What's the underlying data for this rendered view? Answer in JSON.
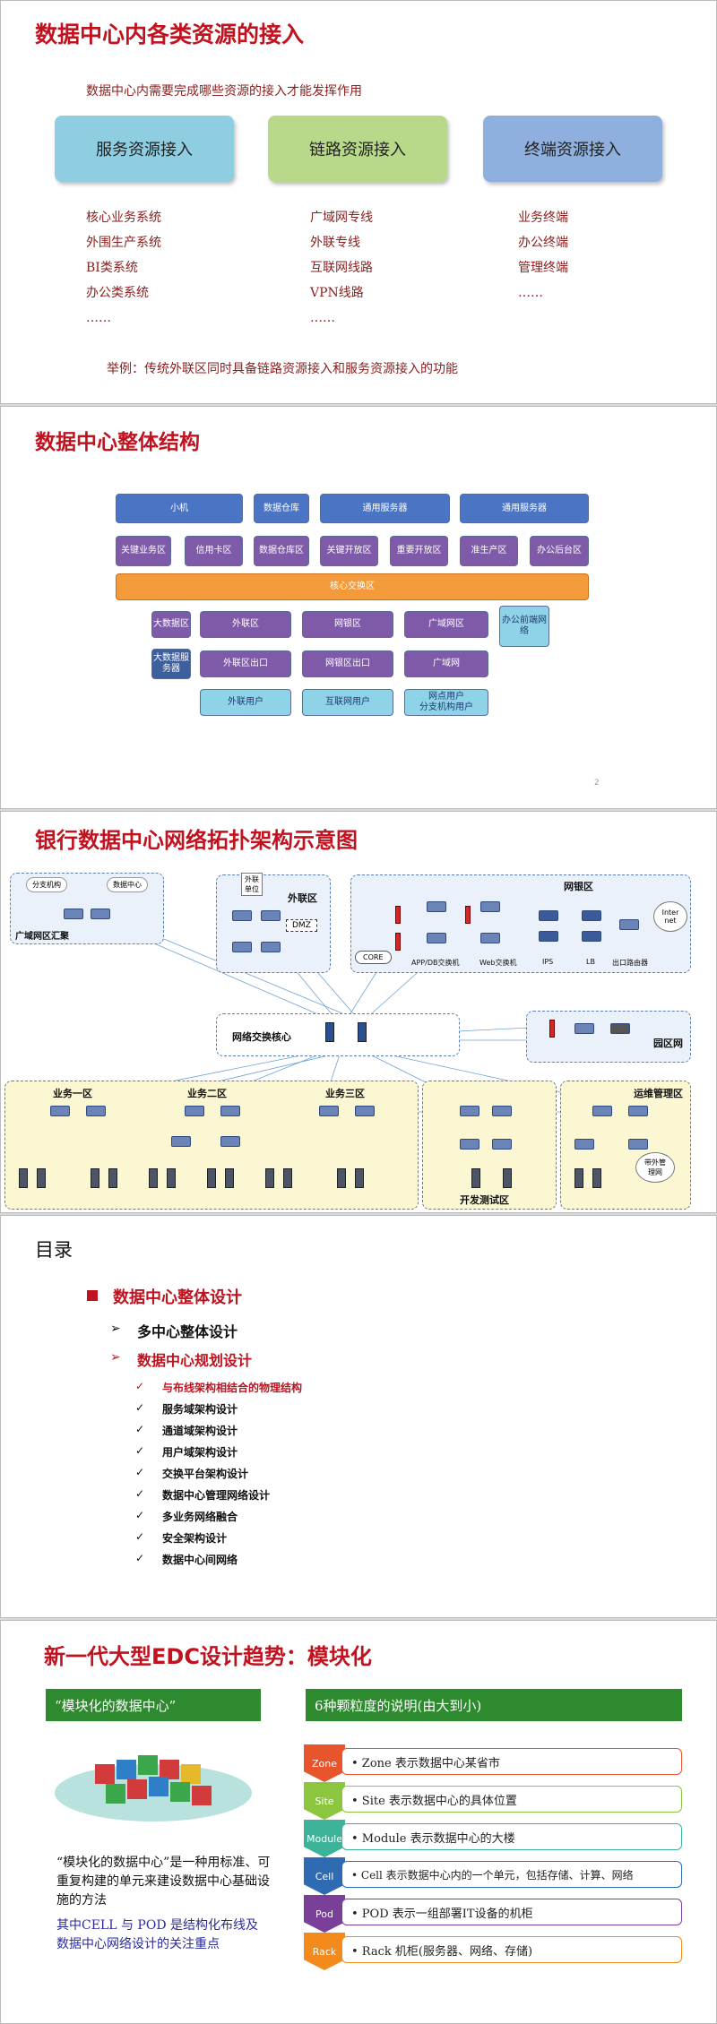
{
  "slide1": {
    "title": "数据中心内各类资源的接入",
    "subtitle": "数据中心内需要完成哪些资源的接入才能发挥作用",
    "categories": [
      {
        "label": "服务资源接入",
        "color": "#8fcde0",
        "items": [
          "核心业务系统",
          "外围生产系统",
          "BI类系统",
          "办公类系统",
          "……"
        ]
      },
      {
        "label": "链路资源接入",
        "color": "#b9d98a",
        "items": [
          "广域网专线",
          "外联专线",
          "互联网线路",
          "VPN线路",
          "……"
        ]
      },
      {
        "label": "终端资源接入",
        "color": "#8fb0de",
        "items": [
          "业务终端",
          "办公终端",
          "管理终端",
          "……"
        ]
      }
    ],
    "note": "举例：传统外联区同时具备链路资源接入和服务资源接入的功能"
  },
  "slide2": {
    "title": "数据中心整体结构",
    "top": {
      "xiaoji": "小机",
      "dwh": "数据仓库",
      "server1": "通用服务器",
      "server2": "通用服务器"
    },
    "row2": [
      "关键业务区",
      "信用卡区",
      "数据仓库区",
      "关键开放区",
      "重要开放区",
      "准生产区",
      "办公后台区"
    ],
    "core": "核心交换区",
    "left": [
      "大数据区",
      "大数据服务器"
    ],
    "col_waylian": [
      "外联区",
      "外联区出口",
      "外联用户"
    ],
    "col_wangyin": [
      "网银区",
      "网银区出口",
      "互联网用户"
    ],
    "col_wan": [
      "广域网区",
      "广域网",
      "网点用户\n分支机构用户"
    ],
    "office": "办公前端网络",
    "page_no": "2"
  },
  "slide3": {
    "title": "银行数据中心网络拓扑架构示意图",
    "wan": {
      "label": "广域网区汇聚",
      "branch": "分支机构",
      "dc": "数据中心"
    },
    "external": {
      "label": "外联区",
      "unit": "外联\n单位",
      "dmz": "DMZ"
    },
    "online": {
      "label": "网银区",
      "core": "CORE",
      "app": "APP/DB交换机",
      "web": "Web交换机",
      "ips": "IPS",
      "lb": "LB",
      "router": "出口路由器",
      "internet": "Inter\nnet"
    },
    "core_label": "网络交换核心",
    "campus": "园区网",
    "biz": [
      "业务一区",
      "业务二区",
      "业务三区"
    ],
    "devtest": "开发测试区",
    "ops": {
      "label": "运维管理区",
      "oob": "带外管\n理网"
    }
  },
  "slide4": {
    "title": "目录",
    "l1": "数据中心整体设计",
    "l2a": "多中心整体设计",
    "l2b": "数据中心规划设计",
    "l3": [
      "与布线架构相结合的物理结构",
      "服务域架构设计",
      "通道域架构设计",
      "用户域架构设计",
      "交换平台架构设计",
      "数据中心管理网络设计",
      "多业务网络融合",
      "安全架构设计",
      "数据中心间网络"
    ]
  },
  "slide5": {
    "title": "新一代大型EDC设计趋势：模块化",
    "left_header": "“模块化的数据中心”",
    "right_header": "6种颗粒度的说明(由大到小)",
    "desc": "“模块化的数据中心”是一种用标准、可重复构建的单元来建设数据中心基础设施的方法",
    "focus": "其中CELL 与 POD 是结构化布线及数据中心网络设计的关注重点",
    "levels": [
      {
        "tag": "Zone",
        "color": "#e8542c",
        "text": "• Zone 表示数据中心某省市"
      },
      {
        "tag": "Site",
        "color": "#8cc63e",
        "text": "• Site 表示数据中心的具体位置"
      },
      {
        "tag": "Module",
        "color": "#3db39a",
        "text": "• Module 表示数据中心的大楼"
      },
      {
        "tag": "Cell",
        "color": "#2f6bb3",
        "text": "• Cell 表示数据中心内的一个单元，包括存储、计算、网络"
      },
      {
        "tag": "Pod",
        "color": "#7a3f99",
        "text": "• POD 表示一组部署IT设备的机柜"
      },
      {
        "tag": "Rack",
        "color": "#f28a1c",
        "text": "• Rack 机柜(服务器、网络、存储)"
      }
    ]
  }
}
